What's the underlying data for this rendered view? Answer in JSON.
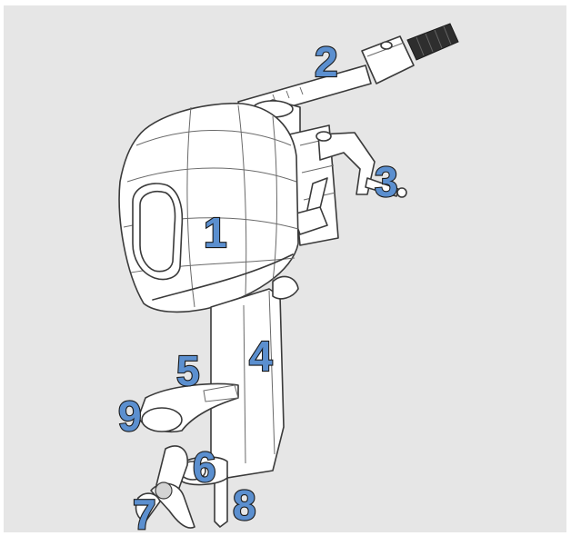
{
  "diagram": {
    "callouts": [
      {
        "id": "1",
        "label": "1"
      },
      {
        "id": "2",
        "label": "2"
      },
      {
        "id": "3",
        "label": "3"
      },
      {
        "id": "4",
        "label": "4"
      },
      {
        "id": "5",
        "label": "5"
      },
      {
        "id": "6",
        "label": "6"
      },
      {
        "id": "7",
        "label": "7"
      },
      {
        "id": "8",
        "label": "8"
      },
      {
        "id": "9",
        "label": "9"
      }
    ],
    "colors": {
      "callout_fill": "#5b8fcf",
      "callout_outline": "#1a1a1a",
      "panel_background": "#e6e6e6",
      "line_art": "#3a3a3a"
    }
  }
}
